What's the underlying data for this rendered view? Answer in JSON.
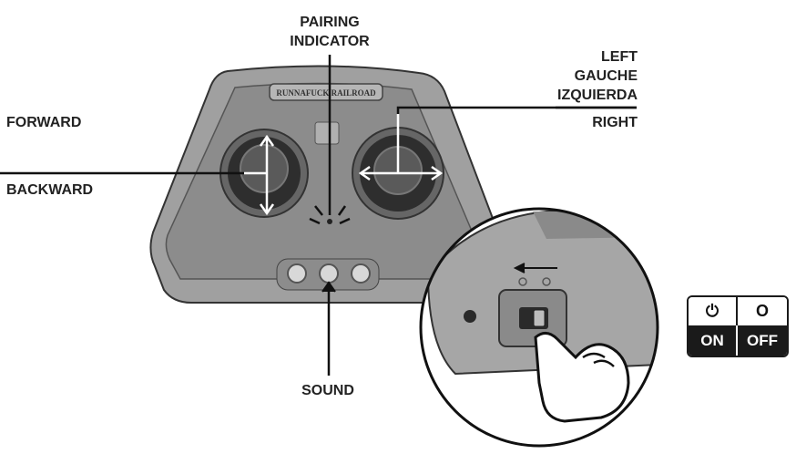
{
  "labels": {
    "pairing": [
      "PAIRING",
      "INDICATOR"
    ],
    "left": [
      "LEFT",
      "GAUCHE",
      "IZQUIERDA"
    ],
    "right": "RIGHT",
    "forward": "FORWARD",
    "backward": "BACKWARD",
    "sound": "SOUND"
  },
  "remote": {
    "brand_plate": "RUNNAFUCK RAILROAD"
  },
  "power_badge": {
    "on_symbol": "⏻",
    "off_symbol": "O",
    "on_label": "ON",
    "off_label": "OFF"
  },
  "colors": {
    "body": "#9a9a9a",
    "line": "#1a1a1a"
  }
}
